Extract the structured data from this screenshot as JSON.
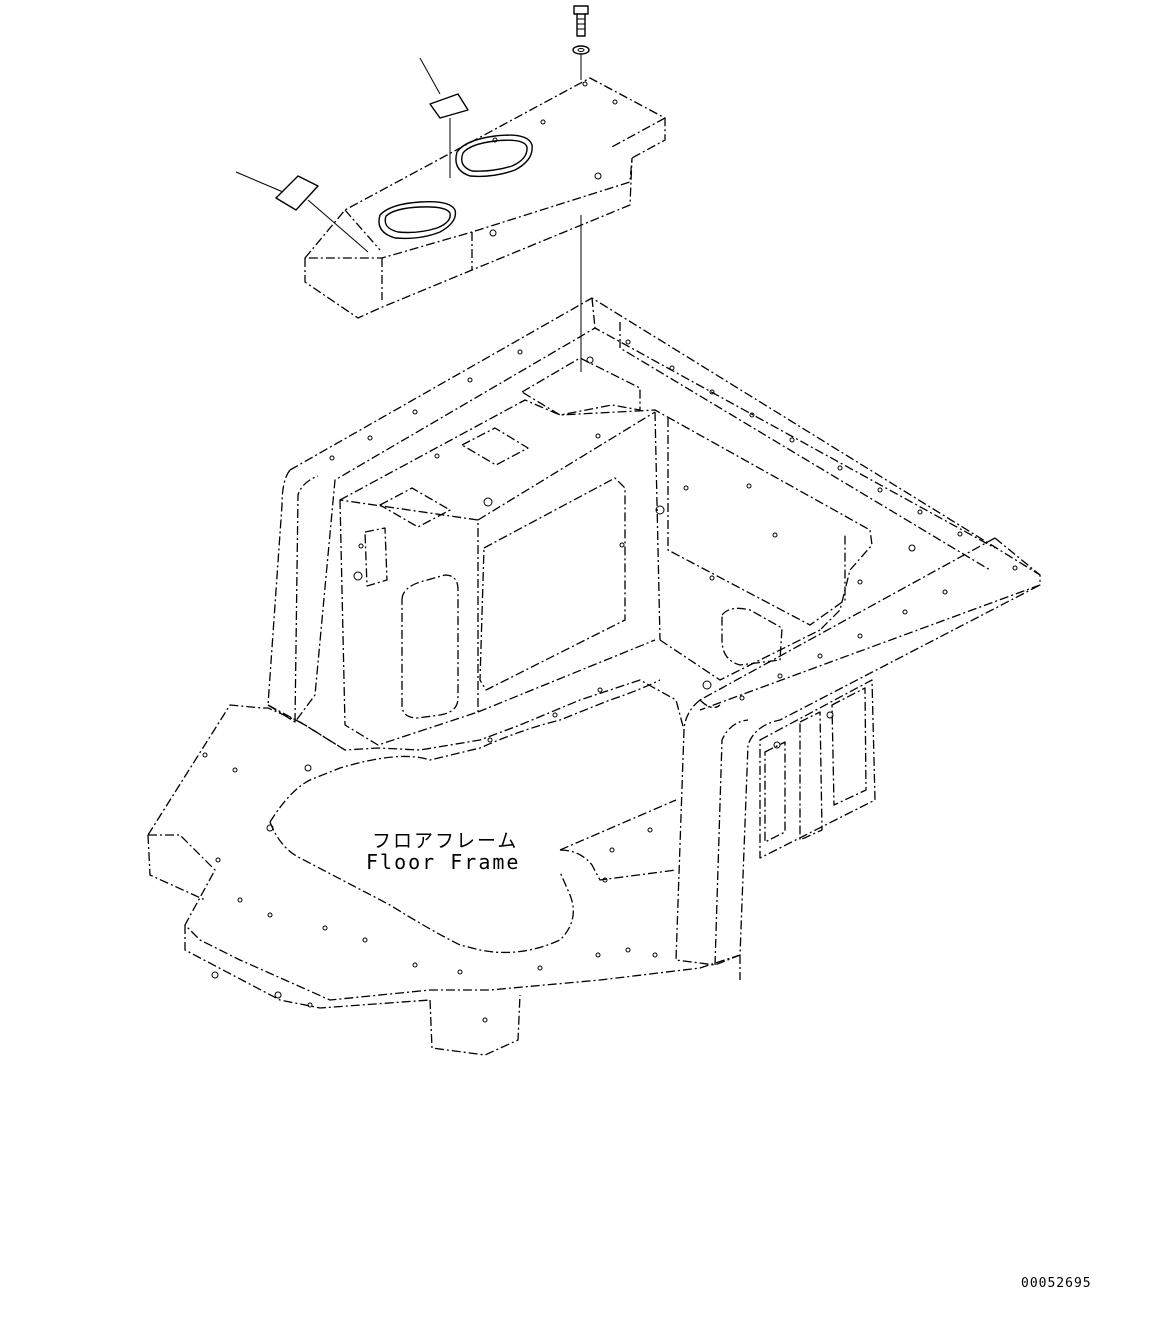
{
  "drawing": {
    "part_label_jp": "フロアフレーム",
    "part_label_en": "Floor Frame",
    "drawing_number": "00052695"
  }
}
